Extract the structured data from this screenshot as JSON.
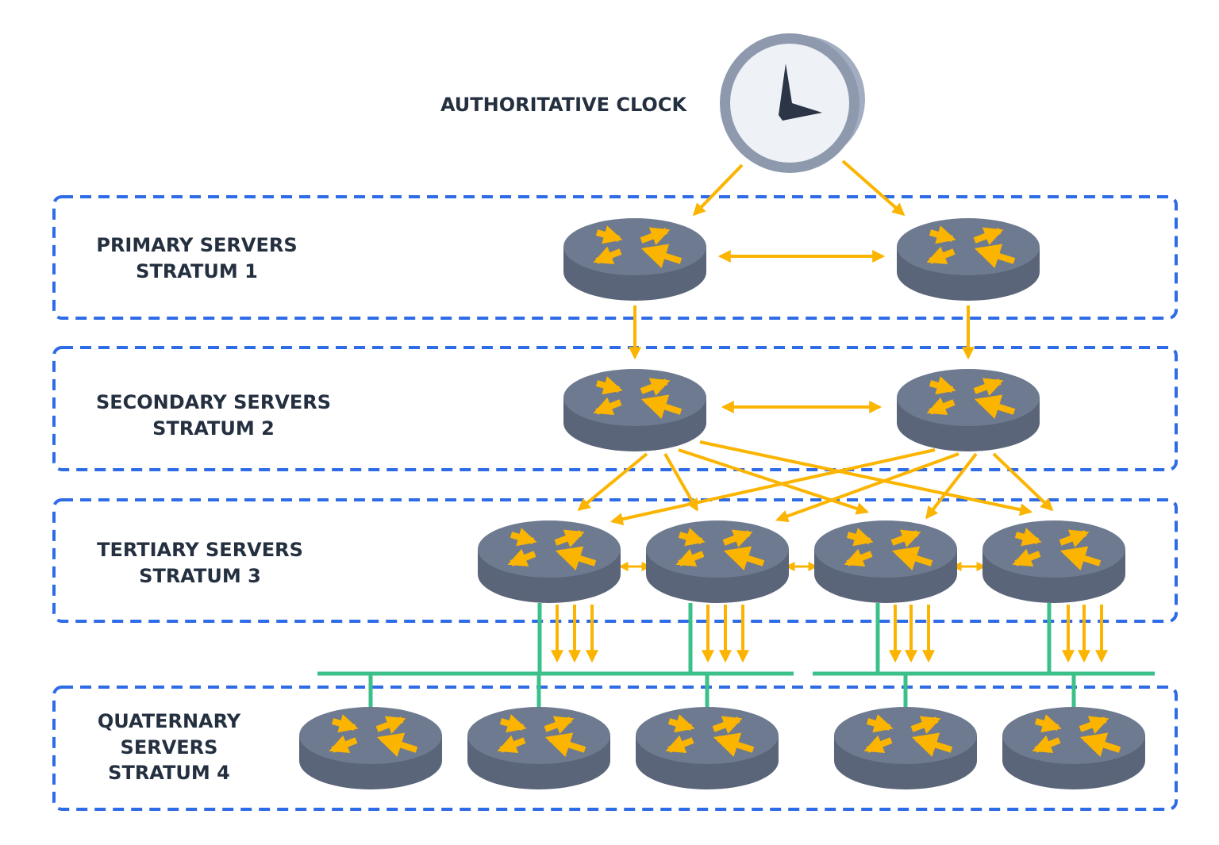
{
  "title": "AUTHORITATIVE CLOCK",
  "colors": {
    "arrow": "#fbb400",
    "bus": "#3cc08a",
    "box": "#2e6be6",
    "router_top": "#6e7a8f",
    "router_side": "#5b6579",
    "text": "#243040"
  },
  "strata": [
    {
      "lines": [
        "PRIMARY SERVERS",
        "STRATUM 1"
      ]
    },
    {
      "lines": [
        "SECONDARY SERVERS",
        "STRATUM 2"
      ]
    },
    {
      "lines": [
        "TERTIARY SERVERS",
        "STRATUM 3"
      ]
    },
    {
      "lines": [
        "QUATERNARY",
        "SERVERS",
        "STRATUM 4"
      ]
    }
  ],
  "icons": {
    "clock": "clock-icon",
    "server": "router-icon"
  }
}
